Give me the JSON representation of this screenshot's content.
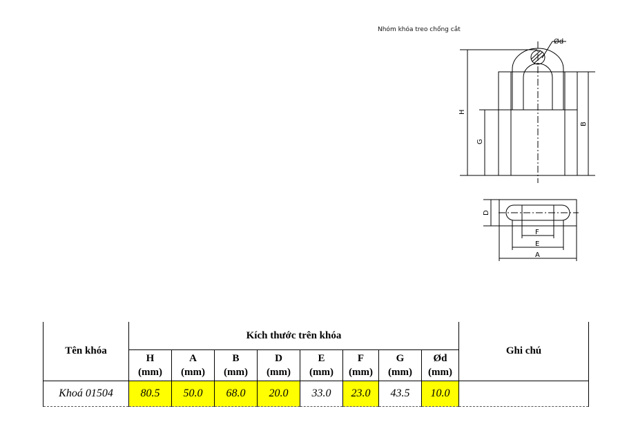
{
  "drawing": {
    "caption": "Nhóm khóa treo chống cắt",
    "labels": {
      "d": "Ød",
      "H": "H",
      "G": "G",
      "B": "B",
      "D": "D",
      "F": "F",
      "E": "E",
      "A": "A"
    }
  },
  "table": {
    "name_header": "Tên khóa",
    "group_header": "Kích thước trên khóa",
    "note_header": "Ghi chú",
    "unit": "(mm)",
    "columns": [
      "H",
      "A",
      "B",
      "D",
      "E",
      "F",
      "G",
      "Ød"
    ],
    "rows": [
      {
        "name": "Khoá 01504",
        "values": [
          "80.5",
          "50.0",
          "68.0",
          "20.0",
          "33.0",
          "23.0",
          "43.5",
          "10.0"
        ],
        "highlighted": [
          true,
          true,
          true,
          true,
          false,
          true,
          false,
          true
        ],
        "note": ""
      }
    ],
    "highlight_color": "#ffff00"
  }
}
